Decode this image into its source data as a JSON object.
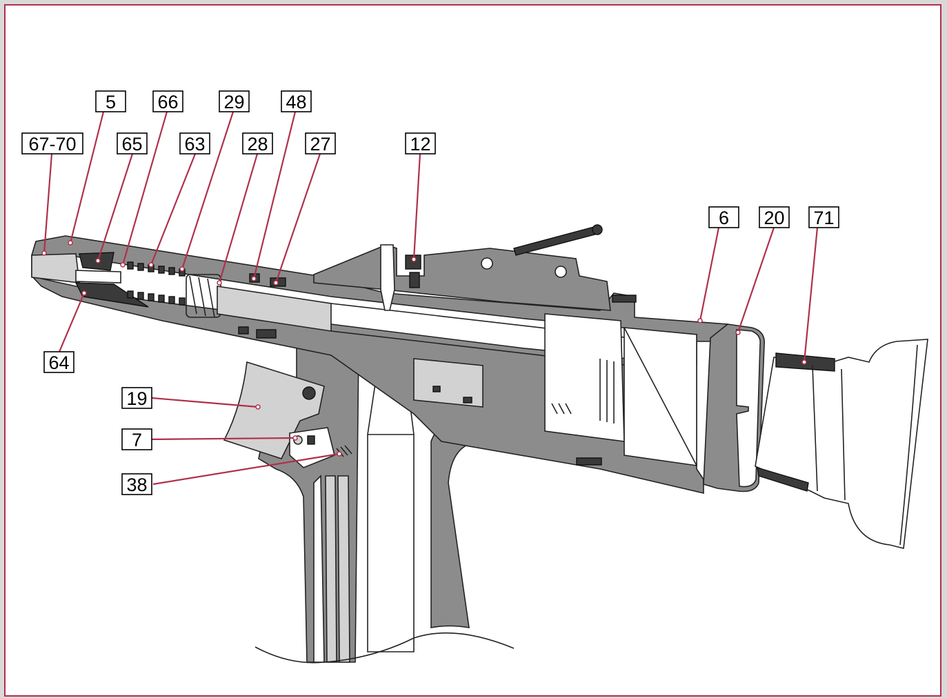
{
  "colors": {
    "leader": "#b0304a",
    "frame_border": "#b0304a",
    "body_grey": "#8c8c8c",
    "body_dark": "#3a3a3a",
    "body_light": "#d2d2d2"
  },
  "callouts": [
    {
      "id": "c-5",
      "label": "5"
    },
    {
      "id": "c-66",
      "label": "66"
    },
    {
      "id": "c-29",
      "label": "29"
    },
    {
      "id": "c-48",
      "label": "48"
    },
    {
      "id": "c-67-70",
      "label": "67-70"
    },
    {
      "id": "c-65",
      "label": "65"
    },
    {
      "id": "c-63",
      "label": "63"
    },
    {
      "id": "c-28",
      "label": "28"
    },
    {
      "id": "c-27",
      "label": "27"
    },
    {
      "id": "c-12",
      "label": "12"
    },
    {
      "id": "c-6",
      "label": "6"
    },
    {
      "id": "c-20",
      "label": "20"
    },
    {
      "id": "c-71",
      "label": "71"
    },
    {
      "id": "c-64",
      "label": "64"
    },
    {
      "id": "c-19",
      "label": "19"
    },
    {
      "id": "c-7",
      "label": "7"
    },
    {
      "id": "c-38",
      "label": "38"
    }
  ]
}
